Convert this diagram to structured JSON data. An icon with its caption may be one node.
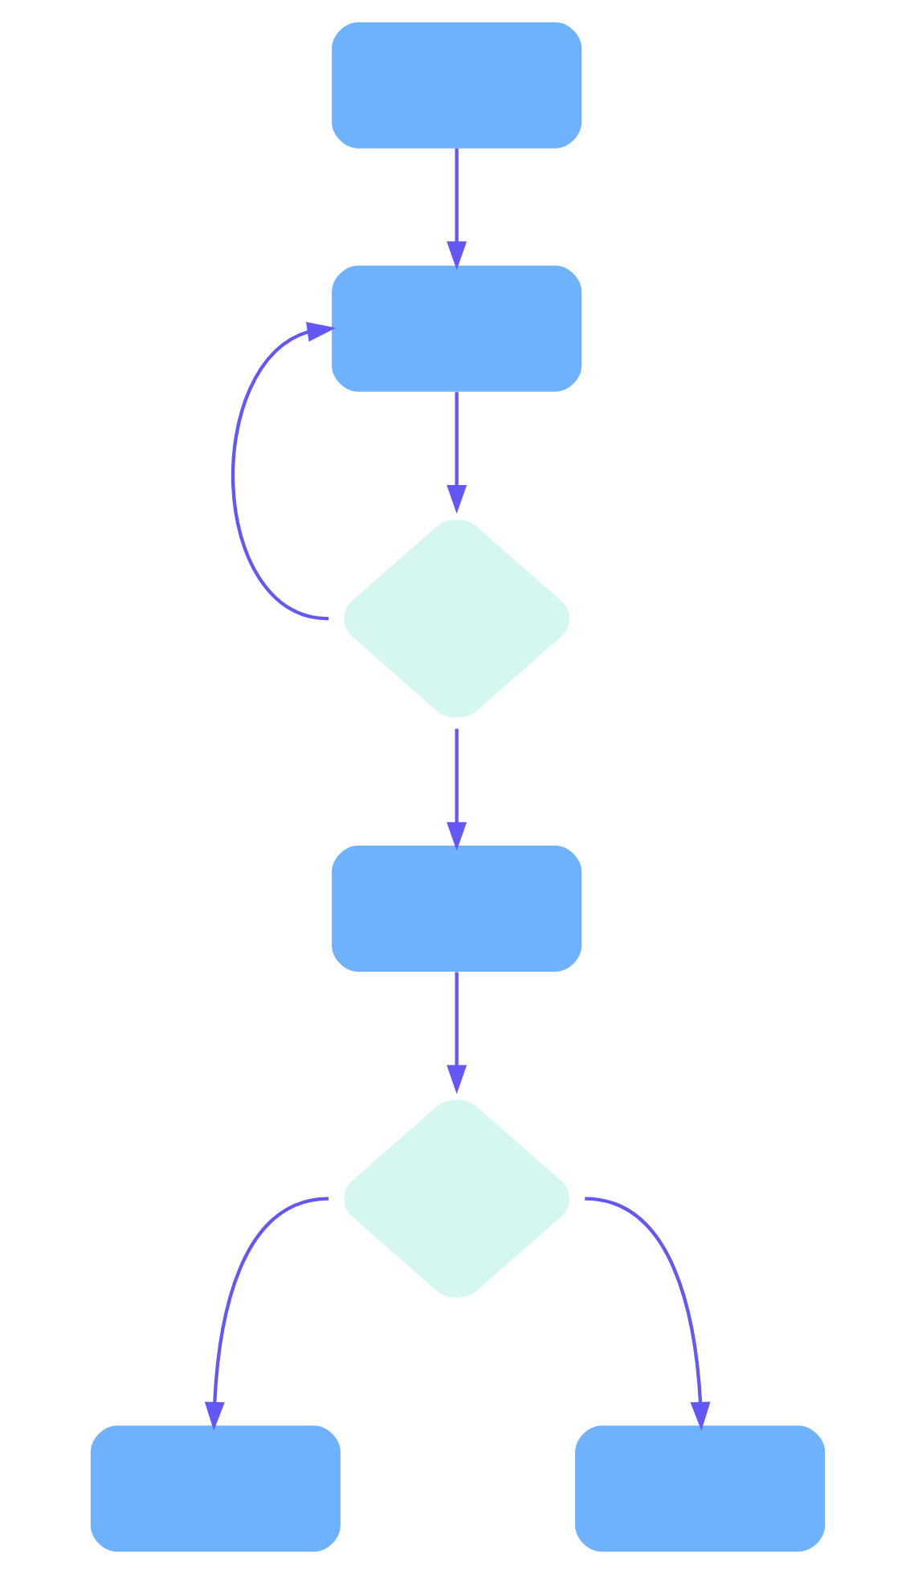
{
  "diagram": {
    "nodes": [
      {
        "text": [],
        "shape": "box"
      },
      {
        "text": [],
        "shape": "box"
      },
      {
        "text": [],
        "shape": "diamond"
      },
      {
        "text": [],
        "shape": "box"
      },
      {
        "text": [],
        "shape": "diamond"
      },
      {
        "text": [],
        "shape": "box"
      },
      {
        "text": [],
        "shape": "box"
      }
    ],
    "edges": [
      {
        "from": 0,
        "to": 1,
        "arrow": "to"
      },
      {
        "from": 1,
        "to": 2,
        "arrow": "to"
      },
      {
        "from": 2,
        "to": 1,
        "arrow": "to"
      },
      {
        "from": 2,
        "to": 3,
        "arrow": "to"
      },
      {
        "from": 3,
        "to": 4,
        "arrow": "to"
      },
      {
        "from": 4,
        "to": 5,
        "arrow": "to"
      },
      {
        "from": 4,
        "to": 6,
        "arrow": "to"
      }
    ]
  }
}
